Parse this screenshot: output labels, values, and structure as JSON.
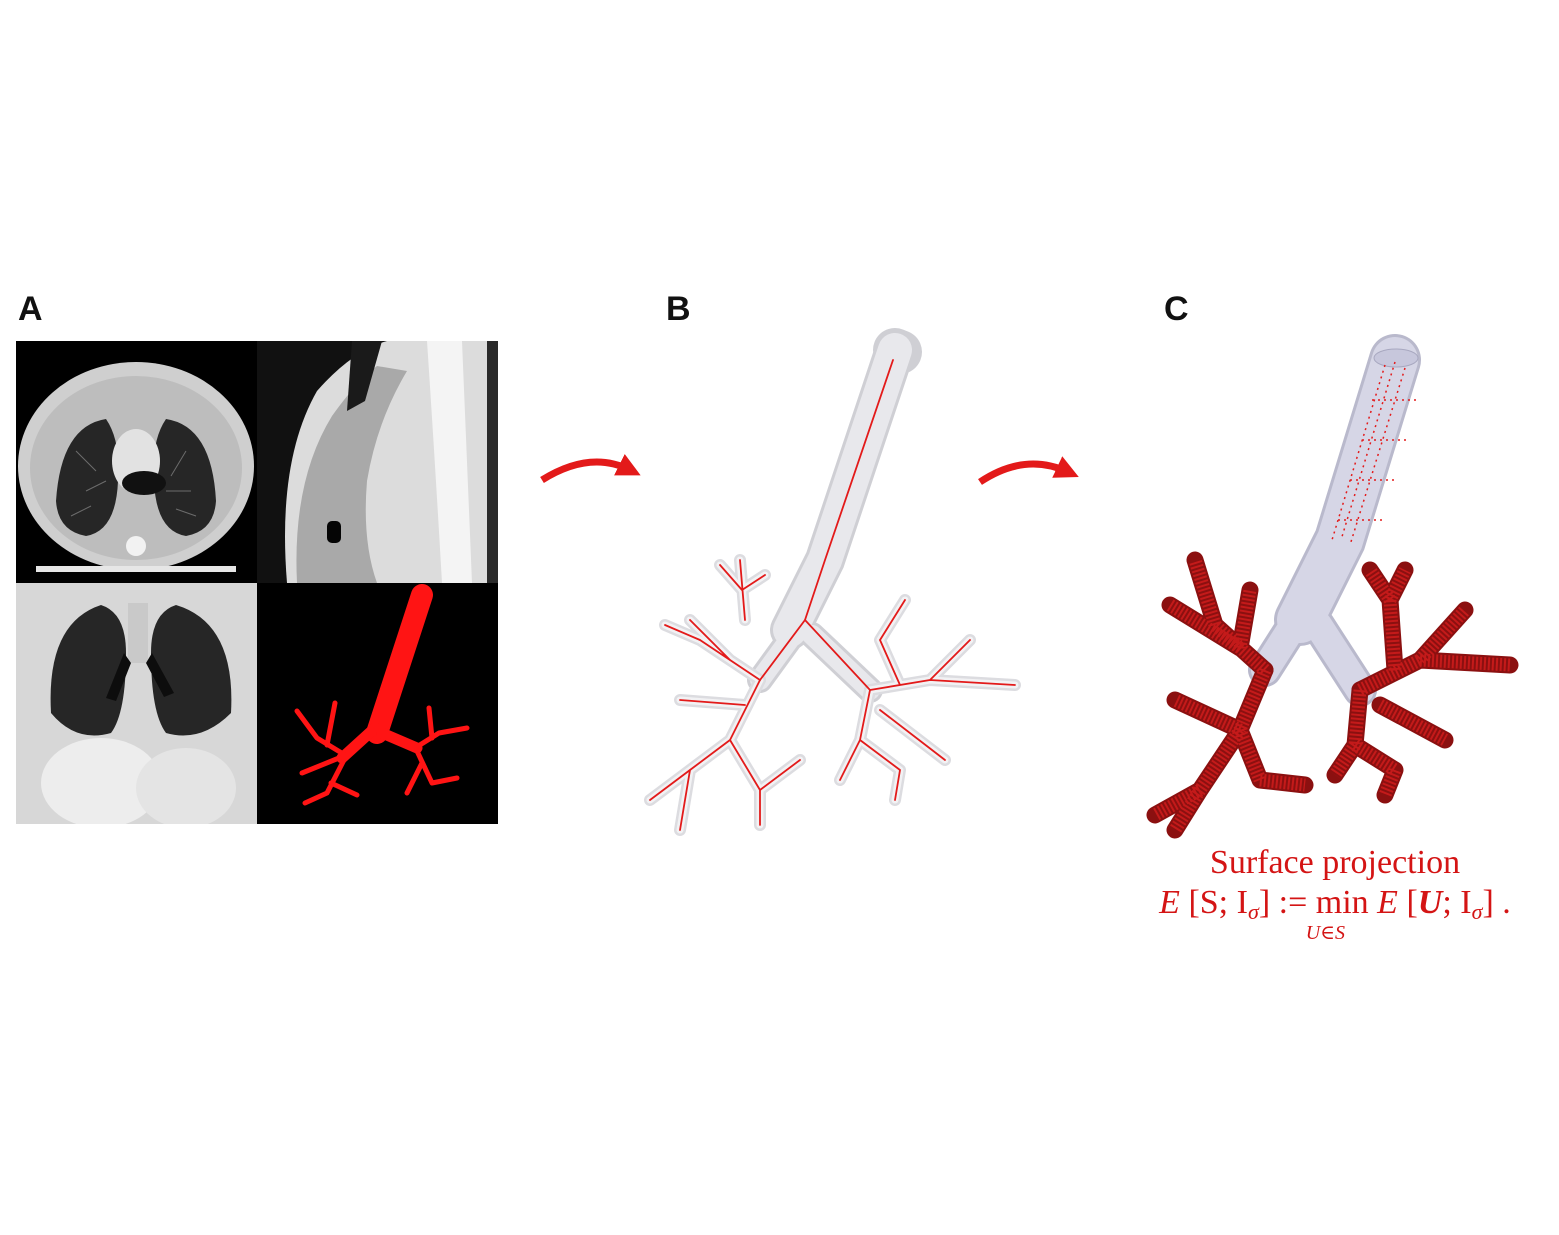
{
  "panels": {
    "a": {
      "label": "A"
    },
    "b": {
      "label": "B"
    },
    "c": {
      "label": "C"
    }
  },
  "caption": {
    "title": "Surface projection",
    "eq_lhs_E": "E",
    "eq_lhs_args": "[S; I",
    "eq_lhs_sub": "σ",
    "eq_assign": "] :=",
    "eq_min": "min",
    "eq_min_under": "U∈S",
    "eq_rhs_E": "E",
    "eq_rhs_open": "[",
    "eq_rhs_U": "U",
    "eq_rhs_sep": "; I",
    "eq_rhs_sub": "σ",
    "eq_rhs_close": "] ."
  },
  "colors": {
    "accent_red": "#e31a1a",
    "airway_gray": "#e4e4e8",
    "mesh_lavender": "#d6d6e6",
    "ct_background": "#000000"
  }
}
